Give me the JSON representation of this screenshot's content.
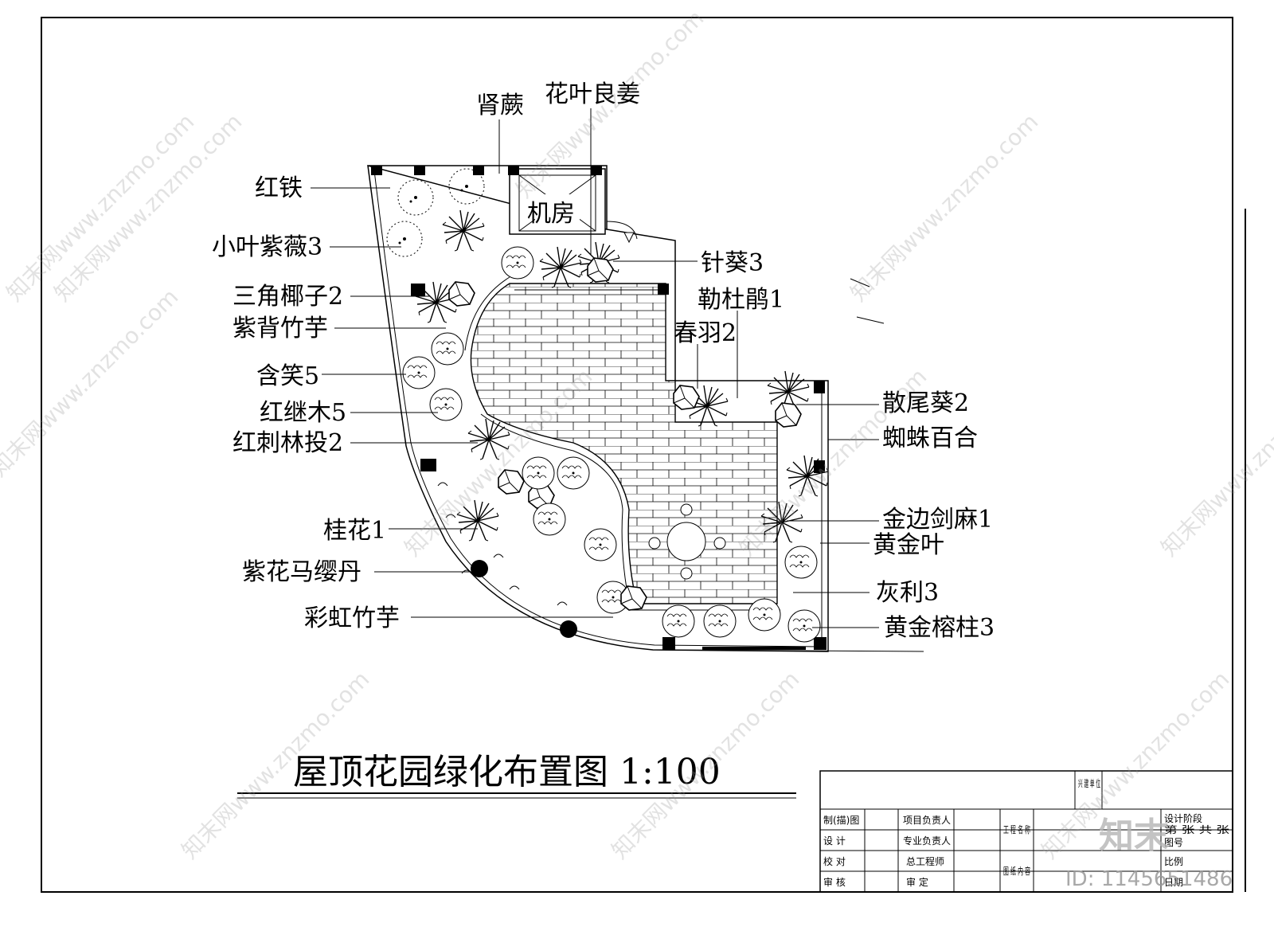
{
  "drawing": {
    "title": "屋顶花园绿化布置图 1:100",
    "room_label": "机房"
  },
  "labels_left": [
    "红铁",
    "小叶紫薇3",
    "三角椰子2",
    "紫背竹芋",
    "含笑5",
    "红继木5",
    "红刺林投2",
    "桂花1",
    "紫花马缨丹",
    "彩虹竹芋"
  ],
  "labels_top": [
    "肾蕨",
    "花叶良姜"
  ],
  "labels_right": [
    "针葵3",
    "勒杜鹃1",
    "春羽2",
    "散尾葵2",
    "蜘蛛百合",
    "金边剑麻1",
    "黄金叶",
    "灰利3",
    "黄金榕柱3"
  ],
  "title_block": {
    "build_unit": "兴 建 单 位",
    "rows": [
      [
        "制(描)图",
        "",
        "项目负责人",
        ""
      ],
      [
        "设  计",
        "",
        "专业负责人",
        ""
      ],
      [
        "校  对",
        "",
        "总工程师",
        ""
      ],
      [
        "审  核",
        "",
        "审  定",
        ""
      ]
    ],
    "project_name": "工 程 名 称",
    "drawing_content": "图 纸 内 容",
    "right_col": [
      "设计阶段",
      "图号",
      "比例",
      "日期"
    ],
    "sheets": "第  张 共  张"
  },
  "watermark": {
    "text": "知末网www.znzmo.com",
    "logo": "知末",
    "id": "ID: 1145651486"
  }
}
